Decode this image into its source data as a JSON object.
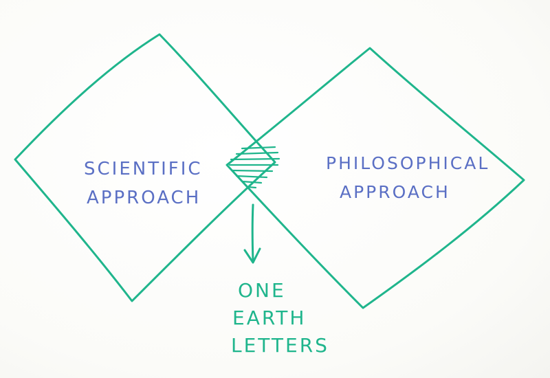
{
  "colors": {
    "marker_green": "#1fb58c",
    "marker_blue": "#5a6fc4",
    "background": "#fdfdfb"
  },
  "left_region": {
    "line1": "Scientific",
    "line2": "Approach"
  },
  "right_region": {
    "line1": "Philosophical",
    "line2": "Approach"
  },
  "overlap_label": {
    "line1": "One",
    "line2": "Earth",
    "line3": "Letters"
  }
}
